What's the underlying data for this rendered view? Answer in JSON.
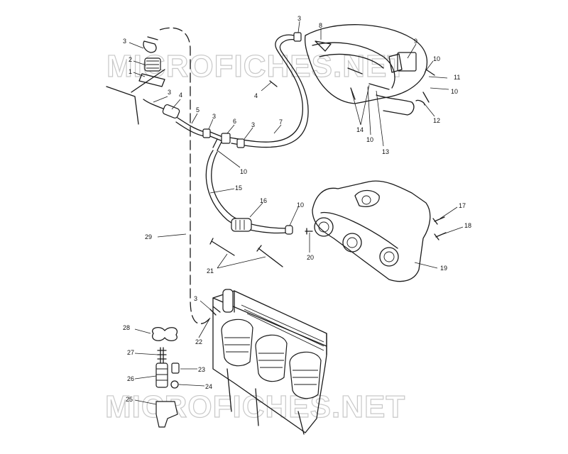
{
  "watermark": {
    "text": "MICROFICHES.NET"
  },
  "callouts": [
    {
      "id": "c3a",
      "text": "3"
    },
    {
      "id": "c2",
      "text": "2"
    },
    {
      "id": "c1",
      "text": "1"
    },
    {
      "id": "c3b",
      "text": "3"
    },
    {
      "id": "c4a",
      "text": "4"
    },
    {
      "id": "c5",
      "text": "5"
    },
    {
      "id": "c3c",
      "text": "3"
    },
    {
      "id": "c6",
      "text": "6"
    },
    {
      "id": "c3d",
      "text": "3"
    },
    {
      "id": "c7",
      "text": "7"
    },
    {
      "id": "c10a",
      "text": "10"
    },
    {
      "id": "c3e",
      "text": "3"
    },
    {
      "id": "c8",
      "text": "8"
    },
    {
      "id": "c4b",
      "text": "4"
    },
    {
      "id": "c9",
      "text": "9"
    },
    {
      "id": "c10b",
      "text": "10"
    },
    {
      "id": "c11",
      "text": "11"
    },
    {
      "id": "c10c",
      "text": "10"
    },
    {
      "id": "c12",
      "text": "12"
    },
    {
      "id": "c14",
      "text": "14"
    },
    {
      "id": "c10d",
      "text": "10"
    },
    {
      "id": "c13",
      "text": "13"
    },
    {
      "id": "c15",
      "text": "15"
    },
    {
      "id": "c16",
      "text": "16"
    },
    {
      "id": "c10e",
      "text": "10"
    },
    {
      "id": "c17",
      "text": "17"
    },
    {
      "id": "c18",
      "text": "18"
    },
    {
      "id": "c29",
      "text": "29"
    },
    {
      "id": "c20",
      "text": "20"
    },
    {
      "id": "c19",
      "text": "19"
    },
    {
      "id": "c21",
      "text": "21"
    },
    {
      "id": "c3f",
      "text": "3"
    },
    {
      "id": "c22",
      "text": "22"
    },
    {
      "id": "c28",
      "text": "28"
    },
    {
      "id": "c27",
      "text": "27"
    },
    {
      "id": "c23",
      "text": "23"
    },
    {
      "id": "c26",
      "text": "26"
    },
    {
      "id": "c24",
      "text": "24"
    },
    {
      "id": "c25",
      "text": "25"
    }
  ]
}
